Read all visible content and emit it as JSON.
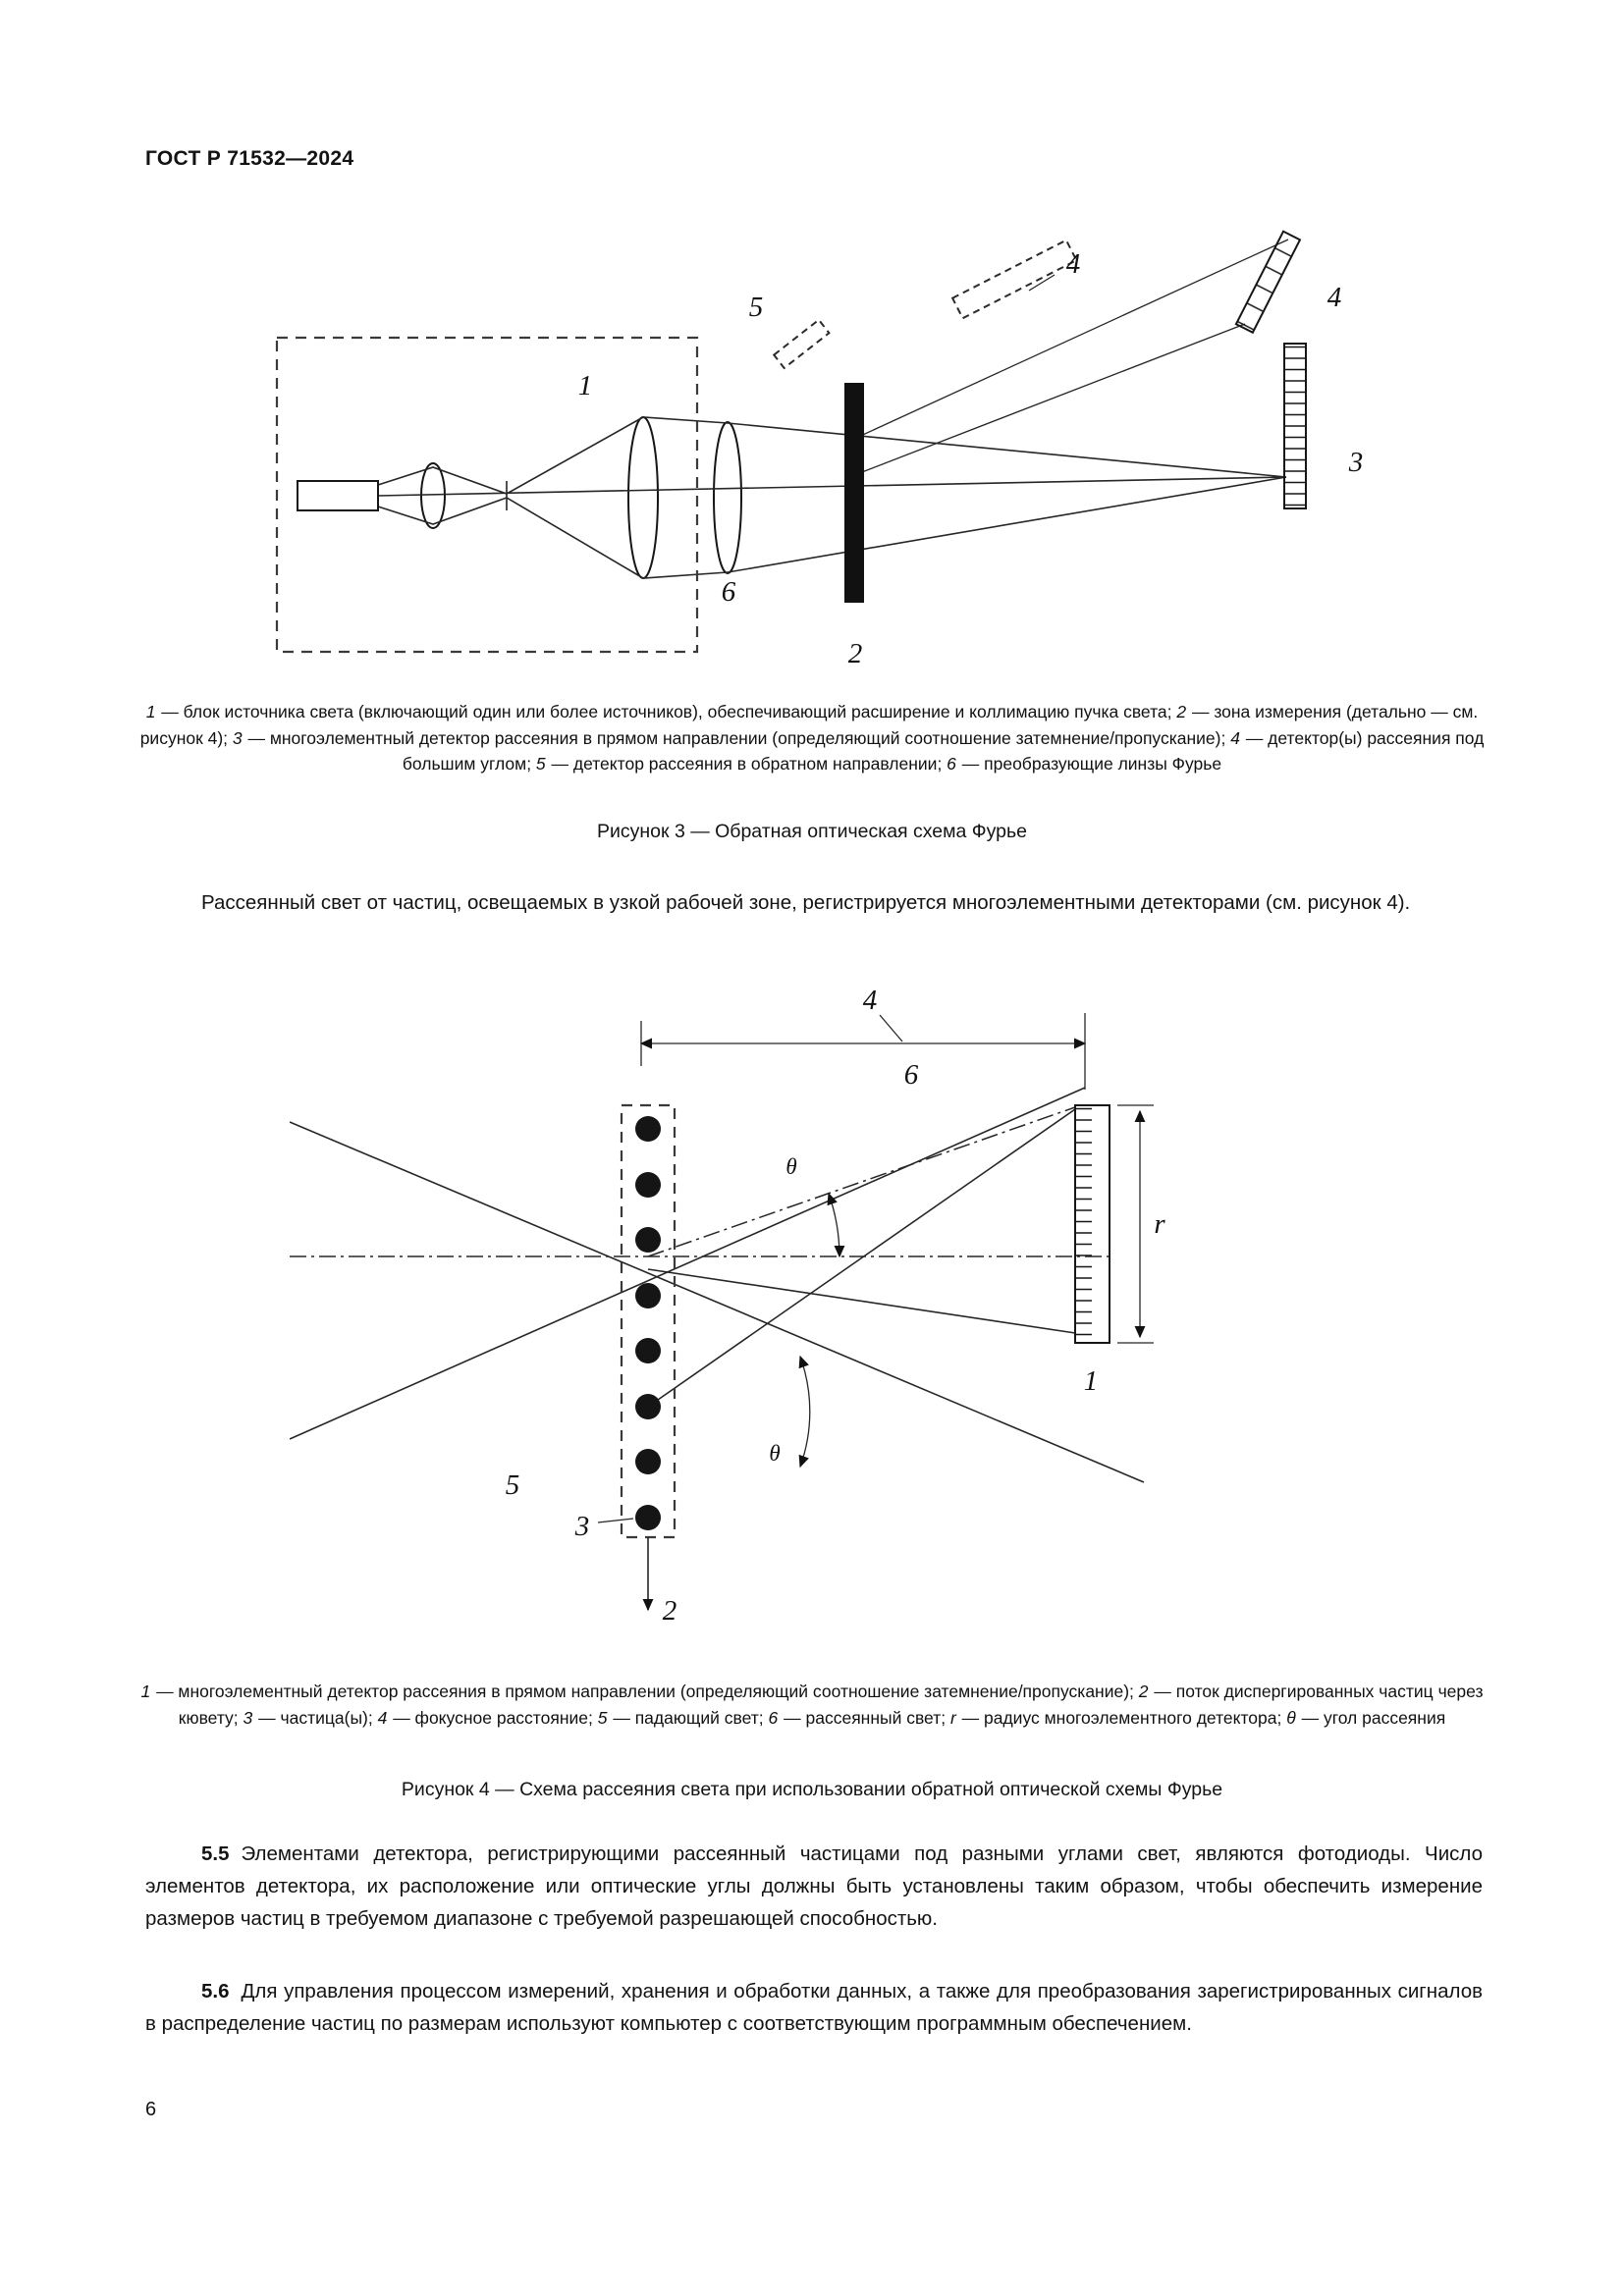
{
  "page": {
    "header": "ГОСТ Р 71532—2024",
    "number": "6"
  },
  "figure3": {
    "labels": {
      "source_block": "1",
      "zone": "2",
      "forward_detector": "3",
      "high_angle_top": "4",
      "high_angle_right": "4",
      "back_detector": "5",
      "fourier_lens": "6"
    },
    "legend": [
      {
        "num": "1",
        "text": "блок источника света (включающий один или более источников), обеспечивающий расширение и коллимацию пучка света"
      },
      {
        "num": "2",
        "text": "зона измерения (детально — см. рисунок 4)"
      },
      {
        "num": "3",
        "text": "многоэлементный детектор рассеяния в прямом направлении (определяющий соотношение затемнение/пропускание)"
      },
      {
        "num": "4",
        "text": "детектор(ы) рассеяния под большим углом"
      },
      {
        "num": "5",
        "text": "детектор рассеяния в обратном направлении"
      },
      {
        "num": "6",
        "text": "преобразующие линзы Фурье"
      }
    ],
    "caption": "Рисунок 3 — Обратная оптическая схема Фурье"
  },
  "intro_paragraph": "Рассеянный свет от частиц, освещаемых в узкой рабочей зоне, регистрируется многоэлементными детекторами (см. рисунок 4).",
  "figure4": {
    "labels": {
      "focal_distance": "4",
      "scattered_light": "6",
      "theta_upper": "θ",
      "theta_lower": "θ",
      "incident_light": "5",
      "particle": "3",
      "flow": "2",
      "detector": "1",
      "radius": "r"
    },
    "legend": [
      {
        "num": "1",
        "text": "многоэлементный детектор рассеяния в прямом направлении (определяющий соотношение затемнение/пропускание)"
      },
      {
        "num": "2",
        "text": "поток диспергированных частиц через кювету"
      },
      {
        "num": "3",
        "text": "частица(ы)"
      },
      {
        "num": "4",
        "text": "фокусное расстояние"
      },
      {
        "num": "5",
        "text": "падающий свет"
      },
      {
        "num": "6",
        "text": "рассеянный свет"
      },
      {
        "num": "r",
        "text": "радиус многоэлементного детектора"
      },
      {
        "num": "θ",
        "text": "угол рассеяния"
      }
    ],
    "caption": "Рисунок 4 — Схема рассеяния света при использовании обратной оптической схемы Фурье"
  },
  "clause_55": {
    "num": "5.5",
    "text": "Элементами детектора, регистрирующими рассеянный частицами под разными углами свет, являются фотодиоды. Число элементов детектора, их расположение или оптические углы должны быть установлены таким образом, чтобы обеспечить измерение размеров частиц в требуемом диапазоне с требуемой разрешающей способностью."
  },
  "clause_56": {
    "num": "5.6",
    "text": "Для управления процессом измерений, хранения и обработки данных, а также для преобразования зарегистрированных сигналов в распределение частиц по размерам используют компьютер с соответствующим программным обеспечением."
  }
}
